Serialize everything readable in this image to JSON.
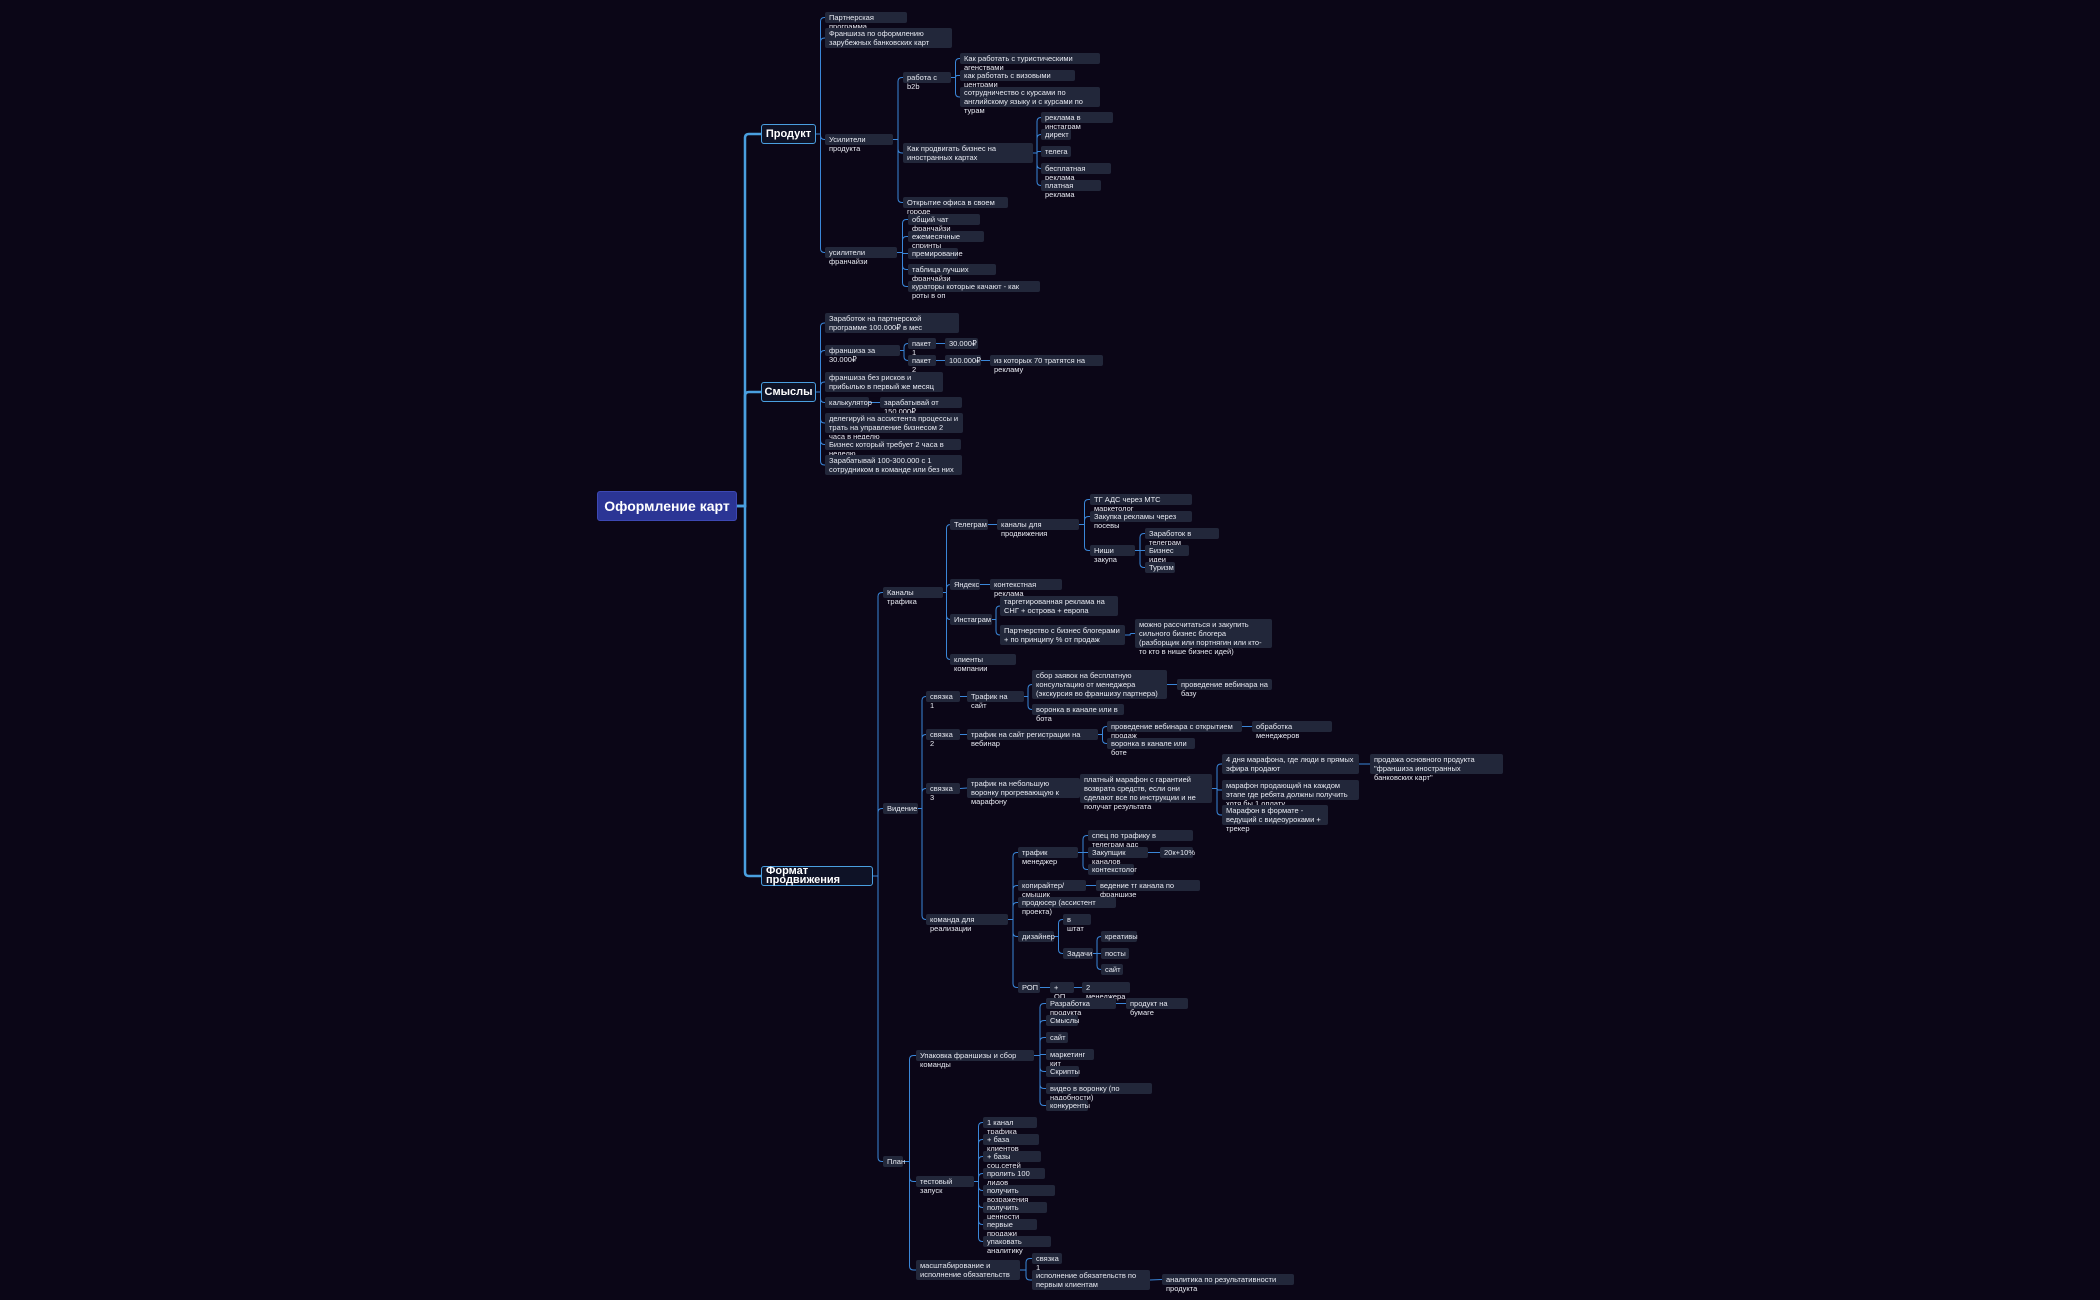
{
  "mindmap": {
    "root": "Оформление карт",
    "branches": {
      "product": {
        "label": "Продукт",
        "partner_program": "Партнерская программа",
        "franchise_cards": "Франшиза по оформлению зарубежных банковских карт",
        "amplifiers": "Усилители продукта",
        "b2b": "работа с b2b",
        "b2b_tour": "Как работать с туристическими агенствами",
        "b2b_visa": "как работать с визовыми центрами",
        "b2b_courses": "сотрудничество с курсами по английскому языку и с курсами по турам",
        "promo_foreign": "Как продвигать бизнес на иностранных картах",
        "promo_insta": "реклама в инстаграм",
        "promo_direct": "директ",
        "promo_telega": "телега",
        "promo_free": "бесплатная реклама",
        "promo_paid": "платная реклама",
        "office": "Открытие офиса в своем городе",
        "franchisee_amp": "усилители франчайзи",
        "fr_chat": "общий чат франчайзи",
        "fr_sprints": "ежемесячные спринты",
        "fr_awards": "премирование",
        "fr_table": "таблица лучших франчайзи",
        "fr_curators": "кураторы которые качают - как роты в оп"
      },
      "meanings": {
        "label": "Смыслы",
        "earn_partner": "Заработок на партнерской программе 100.000₽ в мес",
        "franchise_30": "франшиза за 30.000₽",
        "pack1": "пакет 1",
        "pack1_price": "30.000₽",
        "pack2": "пакет 2",
        "pack2_price": "100.000₽",
        "pack2_note": "из которых 70 тратятся на рекламу",
        "no_risk": "франшиза без рисков и прибылью в первый же месяц",
        "calculator": "калькулятор",
        "calc_earn": "зарабатывай от 150.000₽",
        "delegate": "делегируй на ассистента процессы и трать на управление бизнесом 2 часа в неделю",
        "two_hours": "Бизнес который требует 2 часа в неделю",
        "earn_100_300": "Зарабатывай 100-300.000 с 1 сотрудником в команде или без них"
      },
      "promotion": {
        "label": "Формат продвижения",
        "channels": "Каналы трафика",
        "telegram": "Телеграм",
        "tg_promo": "каналы для продвижения",
        "tg_ads": "ТГ АДС через МТС маркетолог",
        "tg_buy": "Закупка рекламы через посевы",
        "niche": "Ниши закупа",
        "niche_earn": "Заработок в телеграм",
        "niche_biz": "Бизнес идеи",
        "niche_tour": "Туризм",
        "yandex": "Яндекс",
        "yandex_ctx": "контекстная реклама",
        "instagram": "Инстаграм",
        "ig_target": "таргетированная реклама на СНГ + острова + европа",
        "ig_partner": "Партнерство с бизнес блогерами + по принципу % от продаж",
        "ig_partner_note": "можно рассчитаться и закупить сильного бизнес блогера (разборщик или портнягин или кто-то кто в нише бизнес идей)",
        "company_clients": "клиенты компании",
        "vision": "Видение",
        "bundle1": "связка 1",
        "b1_traffic": "Трафик на сайт",
        "b1_leads": "сбор заявок на бесплатную консультацию от менеджера (экскурсия во франшизу партнера)",
        "b1_webinar": "проведение вебинара на базу",
        "b1_funnel": "воронка в канале или в бота",
        "bundle2": "связка 2",
        "b2_traffic": "трафик на сайт регистрации на вебинар",
        "b2_webinar": "проведение вебинара с открытием продаж",
        "b2_managers": "обработка менеджеров",
        "b2_funnel": "воронка в канале или боте",
        "bundle3": "связка 3",
        "b3_traffic": "трафик на небольшую воронку прогревающую к марафону",
        "b3_marathon": "платный марафон с гарантией возврата средств, если они сделают все по инструкции и не получат результата",
        "b3_4days": "4 дня марафона, где люди в прямых эфира продают",
        "b3_sale": "продажа основного продукта \"франшиза иностранных банковских карт\"",
        "b3_each_stage": "марафон продающий на каждом этапе где ребята должны получить хотя бы 1 оплату",
        "b3_format": "Марафон в формате - ведущий с видеоуроками + трекер",
        "team": "команда для реализации",
        "traffic_mgr": "трафик менеджер",
        "tm_spec": "спец по трафику в телеграм адс",
        "tm_buy": "Закупщик каналов",
        "tm_buy_pay": "20к+10%",
        "tm_ctx": "контекстолог",
        "copywriter": "копирайтер/смыщик",
        "cw_tg": "ведение тг канала по франшизе",
        "producer": "продюсер (ассистент проекта)",
        "designer": "дизайнер",
        "ds_staff": "в штат",
        "ds_tasks": "Задачи",
        "ds_creatives": "креативы",
        "ds_posts": "посты",
        "ds_site": "сайт",
        "rop": "РОП",
        "rop_op": "+ ОП",
        "rop_mgrs": "2 менеджера",
        "plan": "План",
        "packaging": "Упаковка франшизы и сбор команды",
        "pk_dev": "Разработка продукта",
        "pk_paper": "продукт на бумаге",
        "pk_meanings": "Смыслы",
        "pk_site": "сайт",
        "pk_kit": "маркетинг кит",
        "pk_scripts": "Скрипты",
        "pk_video": "видео в воронку (по надобности)",
        "pk_competitors": "конкуренты",
        "test": "тестовый запуск",
        "t_channel": "1 канал трафика",
        "t_base": "+ база клиентов",
        "t_social": "+ базы соц.сетей",
        "t_100": "пролить 100 лидов",
        "t_objections": "получить возражения",
        "t_values": "получить ценности",
        "t_sales": "первые продажи",
        "t_analytics": "упаковать аналитику",
        "scaling": "масштабирование и исполнение обязательств",
        "s_bundle1": "связка 1",
        "s_obligations": "исполнение обязательств по первым клиентам",
        "s_analytics": "аналитика по результативности продукта"
      }
    }
  },
  "colors": {
    "background": "#0b0617",
    "node": "#22273a",
    "root": "#2b3595",
    "accent": "#4a9fe0",
    "line": "#3a86d8"
  }
}
